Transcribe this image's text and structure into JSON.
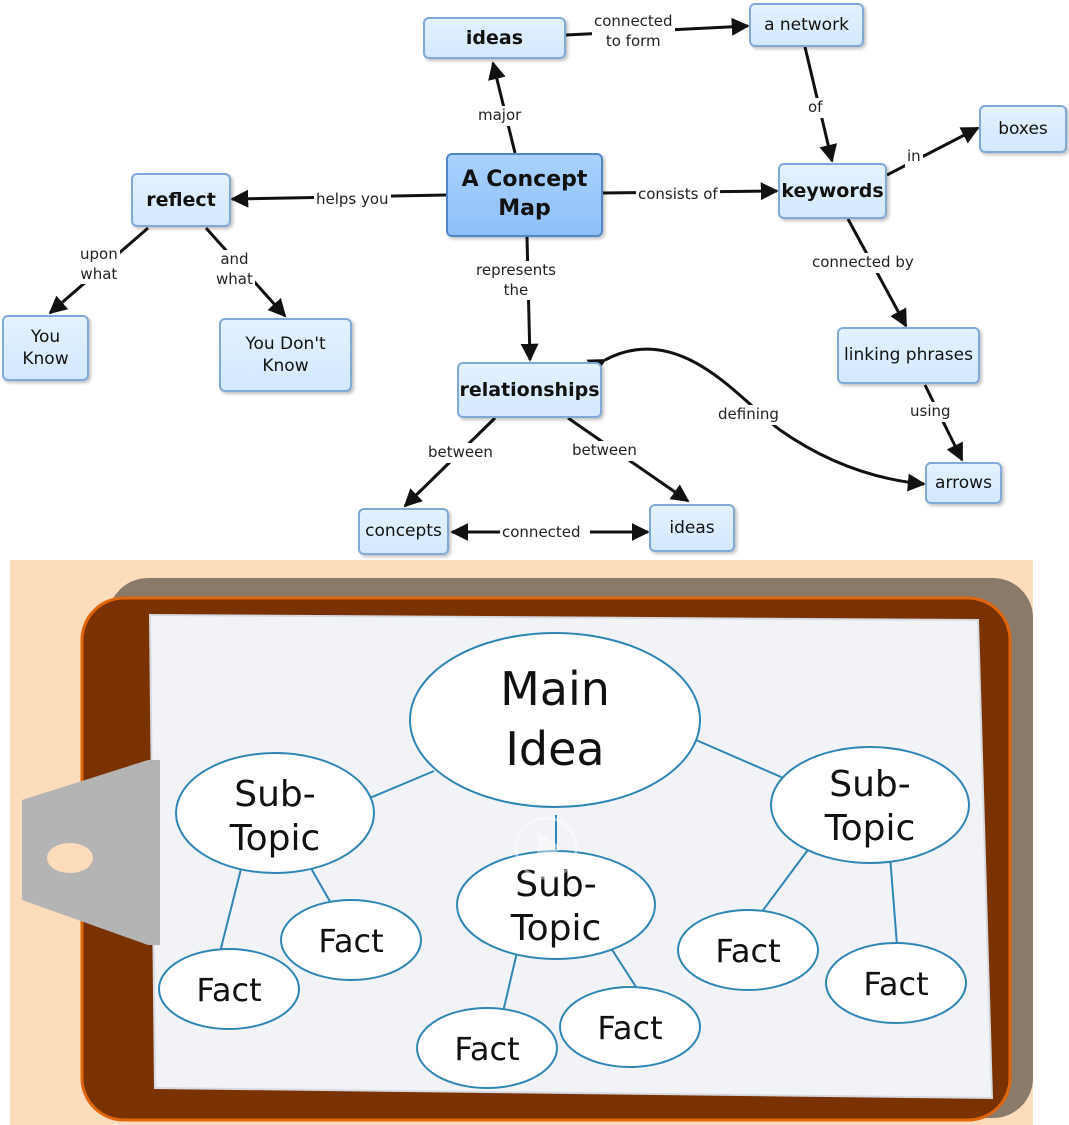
{
  "concept_map": {
    "nodes": {
      "ideas_top": "ideas",
      "network": "a network",
      "concept_map": "A Concept\nMap",
      "reflect": "reflect",
      "keywords": "keywords",
      "boxes": "boxes",
      "you_know": "You\nKnow",
      "you_dont_know": "You Don't\nKnow",
      "relationships": "relationships",
      "linking_phrases": "linking phrases",
      "arrows": "arrows",
      "concepts": "concepts",
      "ideas_bottom": "ideas"
    },
    "links": {
      "connected_to_form": "connected\nto form",
      "major": "major",
      "of": "of",
      "in": "in",
      "helps_you": "helps you",
      "consists_of": "consists of",
      "upon_what": "upon\nwhat",
      "and_what": "and\nwhat",
      "represents_the": "represents\nthe",
      "connected_by": "connected by",
      "defining": "defining",
      "using": "using",
      "between_left": "between",
      "between_right": "between",
      "connected": "connected"
    }
  },
  "clipboard": {
    "colors": {
      "background": "#fddcbc",
      "board": "#7a3200",
      "board_shadow": "#8a7a6a",
      "paper": "#f2f3f7",
      "bubble_stroke": "#2e86b4",
      "clip": "#b4b4b4"
    },
    "main_idea": "Main\nIdea",
    "subtopic_left": "Sub-\nTopic",
    "subtopic_center": "Sub-\nTopic",
    "subtopic_right": "Sub-\nTopic",
    "facts": [
      "Fact",
      "Fact",
      "Fact",
      "Fact",
      "Fact",
      "Fact"
    ]
  }
}
